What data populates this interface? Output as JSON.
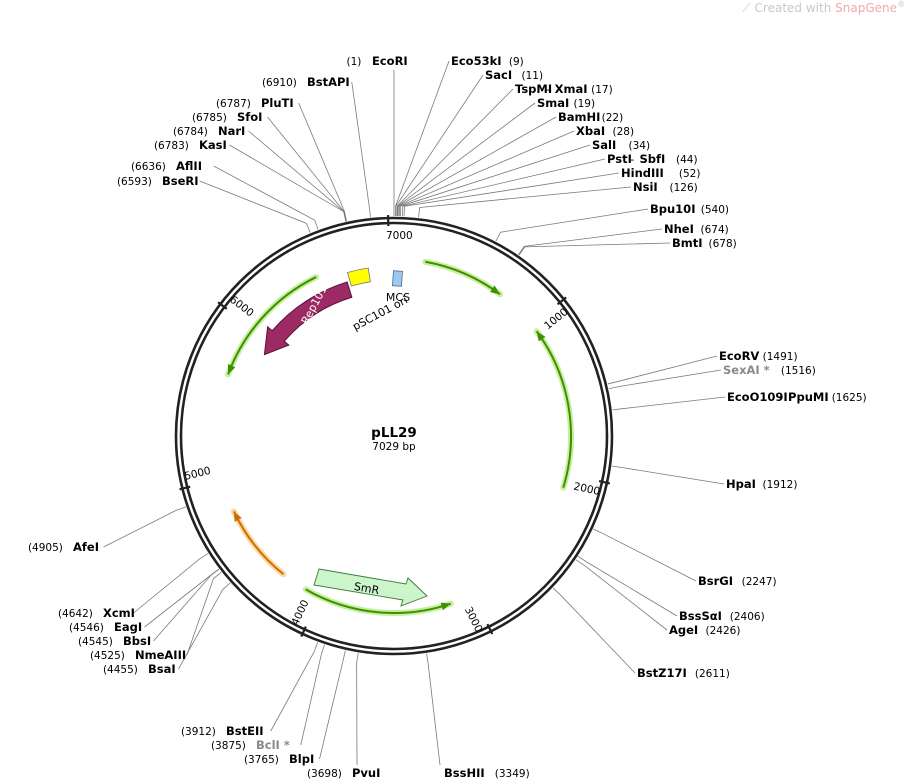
{
  "branding": {
    "created_with": "Created with",
    "product": "SnapGene",
    "registered": "®",
    "icon": "snapgene-logo-icon"
  },
  "plasmid": {
    "name": "pLL29",
    "size_label": "7029 bp",
    "length_bp": 7029
  },
  "ticks": [
    {
      "bp": 1000,
      "label": "1000"
    },
    {
      "bp": 2000,
      "label": "2000"
    },
    {
      "bp": 3000,
      "label": "3000"
    },
    {
      "bp": 4000,
      "label": "4000"
    },
    {
      "bp": 5000,
      "label": "5000"
    },
    {
      "bp": 6000,
      "label": "6000"
    },
    {
      "bp": 7000,
      "label": "7000"
    }
  ],
  "features": [
    {
      "id": "mcs",
      "label": "MCS",
      "type": "misc",
      "start": 2,
      "end": 90,
      "color": "#9ec8ee"
    },
    {
      "id": "rep101",
      "label": "Rep101",
      "type": "cds",
      "start": 5900,
      "end": 6700,
      "direction": "reverse",
      "color": "#9c2a64"
    },
    {
      "id": "psc101-ori",
      "label": "pSC101 ori",
      "type": "origin",
      "start": 6720,
      "end": 6860,
      "color": "#ffff00"
    },
    {
      "id": "smr",
      "label": "SmR",
      "type": "cds",
      "start": 3300,
      "end": 4050,
      "direction": "reverse",
      "color": "#ccf5cc"
    }
  ],
  "orf_arcs": [
    {
      "start": 200,
      "end": 720,
      "color": "#3f8f00",
      "glow": "#c6f0a0",
      "arrow_at": "end"
    },
    {
      "start": 1050,
      "end": 2090,
      "color": "#3f8f00",
      "glow": "#c6f0a0",
      "arrow_at": "start"
    },
    {
      "start": 3150,
      "end": 4100,
      "color": "#3f8f00",
      "glow": "#c6f0a0",
      "arrow_at": "start"
    },
    {
      "start": 4270,
      "end": 4780,
      "color": "#c87000",
      "glow": "#ffd7a0",
      "arrow_at": "end"
    },
    {
      "start": 5670,
      "end": 6520,
      "color": "#3f8f00",
      "glow": "#c6f0a0",
      "arrow_at": "start"
    }
  ],
  "sites": [
    {
      "name": "EcoRI",
      "pos": 1,
      "pos_label": "(1)"
    },
    {
      "name": "Eco53kI",
      "pos": 9,
      "pos_label": "(9)"
    },
    {
      "name": "SacI",
      "pos": 11,
      "pos_label": "(11)"
    },
    {
      "name": "TspMI",
      "name2": "XmaI",
      "pos": 17,
      "pos_label": "(17)"
    },
    {
      "name": "SmaI",
      "pos": 19,
      "pos_label": "(19)"
    },
    {
      "name": "BamHI",
      "pos": 22,
      "pos_label": "(22)"
    },
    {
      "name": "XbaI",
      "pos": 28,
      "pos_label": "(28)"
    },
    {
      "name": "SalI",
      "pos": 34,
      "pos_label": "(34)"
    },
    {
      "name": "PstI",
      "name2": "SbfI",
      "pos": 44,
      "pos_label": "(44)"
    },
    {
      "name": "HindIII",
      "pos": 52,
      "pos_label": "(52)"
    },
    {
      "name": "NsiI",
      "pos": 126,
      "pos_label": "(126)"
    },
    {
      "name": "Bpu10I",
      "pos": 540,
      "pos_label": "(540)"
    },
    {
      "name": "NheI",
      "pos": 674,
      "pos_label": "(674)"
    },
    {
      "name": "BmtI",
      "pos": 678,
      "pos_label": "(678)"
    },
    {
      "name": "EcoRV",
      "pos": 1491,
      "pos_label": "(1491)"
    },
    {
      "name": "SexAI *",
      "pos": 1516,
      "pos_label": "(1516)",
      "gray": true
    },
    {
      "name": "EcoO109I",
      "name2": "PpuMI",
      "pos": 1625,
      "pos_label": "(1625)"
    },
    {
      "name": "HpaI",
      "pos": 1912,
      "pos_label": "(1912)"
    },
    {
      "name": "BsrGI",
      "pos": 2247,
      "pos_label": "(2247)"
    },
    {
      "name": "BssSαI",
      "pos": 2406,
      "pos_label": "(2406)"
    },
    {
      "name": "AgeI",
      "pos": 2426,
      "pos_label": "(2426)"
    },
    {
      "name": "BstZ17I",
      "pos": 2611,
      "pos_label": "(2611)"
    },
    {
      "name": "BssHII",
      "pos": 3349,
      "pos_label": "(3349)"
    },
    {
      "name": "PvuI",
      "pos": 3698,
      "pos_label": "(3698)"
    },
    {
      "name": "BlpI",
      "pos": 3765,
      "pos_label": "(3765)"
    },
    {
      "name": "BclI *",
      "pos": 3875,
      "pos_label": "(3875)",
      "gray": true
    },
    {
      "name": "BstEII",
      "pos": 3912,
      "pos_label": "(3912)"
    },
    {
      "name": "BsaI",
      "pos": 4455,
      "pos_label": "(4455)"
    },
    {
      "name": "NmeAIII",
      "pos": 4525,
      "pos_label": "(4525)"
    },
    {
      "name": "BbsI",
      "pos": 4545,
      "pos_label": "(4545)"
    },
    {
      "name": "EagI",
      "pos": 4546,
      "pos_label": "(4546)"
    },
    {
      "name": "XcmI",
      "pos": 4642,
      "pos_label": "(4642)"
    },
    {
      "name": "AfeI",
      "pos": 4905,
      "pos_label": "(4905)"
    },
    {
      "name": "BseRI",
      "pos": 6593,
      "pos_label": "(6593)"
    },
    {
      "name": "AflII",
      "pos": 6636,
      "pos_label": "(6636)"
    },
    {
      "name": "KasI",
      "pos": 6783,
      "pos_label": "(6783)"
    },
    {
      "name": "NarI",
      "pos": 6784,
      "pos_label": "(6784)"
    },
    {
      "name": "SfoI",
      "pos": 6785,
      "pos_label": "(6785)"
    },
    {
      "name": "PluTI",
      "pos": 6787,
      "pos_label": "(6787)"
    },
    {
      "name": "BstAPI",
      "pos": 6910,
      "pos_label": "(6910)"
    }
  ]
}
